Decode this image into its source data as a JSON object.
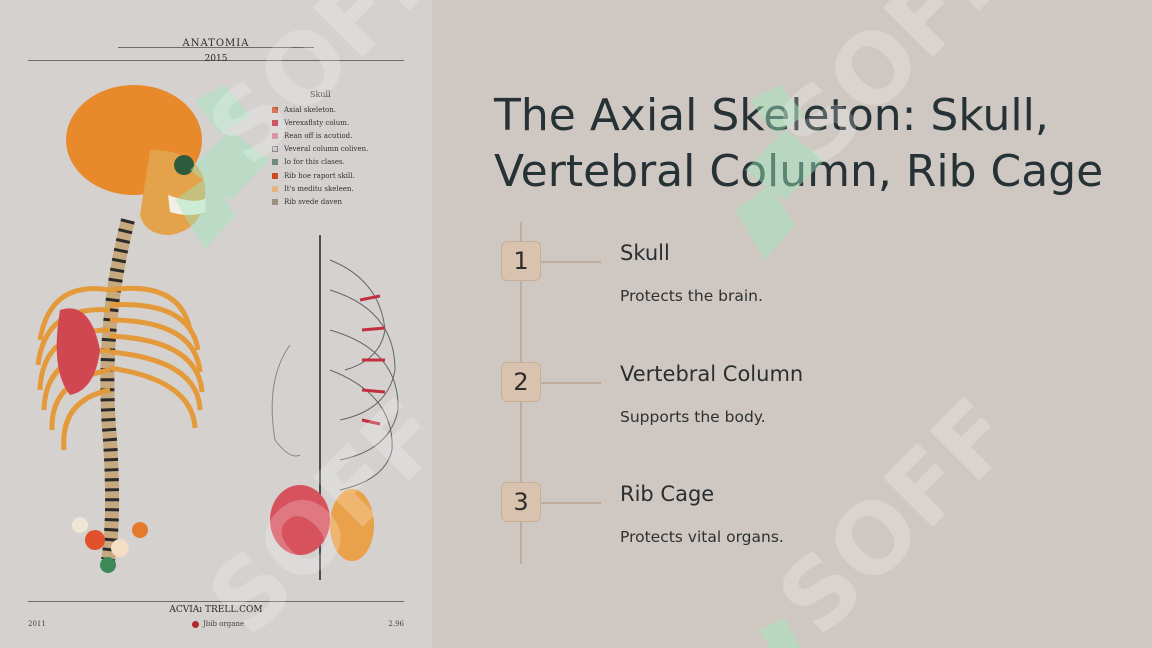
{
  "slide": {
    "title": "The Axial Skeleton: Skull, Vertebral Column, Rib Cage",
    "accent_color": "#d9c2ae",
    "steps": [
      {
        "number": "1",
        "title": "Skull",
        "description": "Protects the brain."
      },
      {
        "number": "2",
        "title": "Vertebral Column",
        "description": "Supports the body."
      },
      {
        "number": "3",
        "title": "Rib Cage",
        "description": "Protects vital organs."
      }
    ]
  },
  "plate": {
    "title": "ANATOMIA",
    "year": "2015",
    "legend_title": "Skull",
    "legend_items": [
      {
        "label": "Axial skeleton.",
        "color": "#c8502a"
      },
      {
        "label": "Verexaflsty colum.",
        "color": "#c0283c"
      },
      {
        "label": "Rean off is acutiod.",
        "color": "#d07a86"
      },
      {
        "label": "Veveral column coliven.",
        "color": "#c9ccd0"
      },
      {
        "label": "Io for this clases.",
        "color": "#6f8a84"
      },
      {
        "label": "Rib hoe raport skill.",
        "color": "#c84a28"
      },
      {
        "label": "It's meditu skeleen.",
        "color": "#e6b483"
      },
      {
        "label": "Rib svede daven",
        "color": "#9b9180"
      }
    ],
    "credit": "ACVIAı TRELL.COM",
    "footer_left": "2011",
    "footer_center": "Jbib organe",
    "footer_right": "2.96"
  },
  "watermark": {
    "text": "SOFF",
    "color": "#ffffff"
  }
}
